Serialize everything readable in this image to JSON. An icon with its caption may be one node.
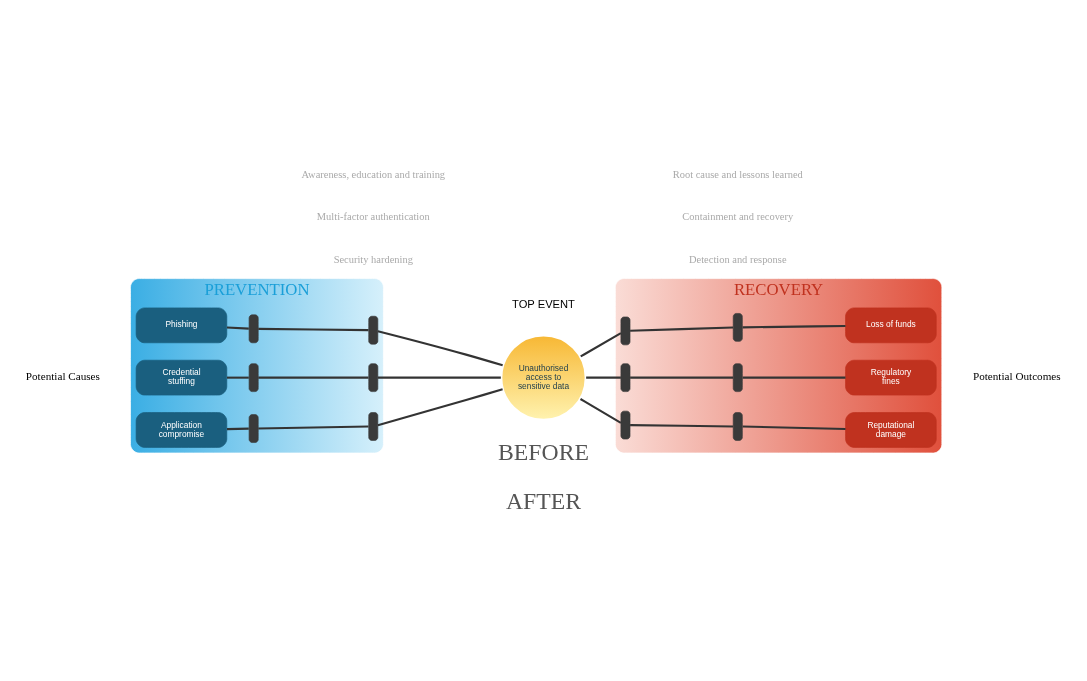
{
  "diagram": {
    "nodes": [
      {
        "text": [
          "PREVENTION"
        ]
      },
      {
        "text": [
          "Phishing"
        ],
        "in": 0
      },
      {
        "text": [
          "Credential stuffing"
        ],
        "in": 0
      },
      {
        "text": [
          "Application compromise"
        ],
        "in": 0
      },
      {
        "text": [],
        "shape": "bar",
        "in": 0
      },
      {
        "text": [],
        "shape": "bar",
        "in": 0
      },
      {
        "text": [],
        "shape": "bar",
        "in": 0
      },
      {
        "text": [],
        "shape": "bar",
        "in": 0
      },
      {
        "text": [],
        "shape": "bar",
        "in": 0
      },
      {
        "text": [],
        "shape": "bar",
        "in": 0
      },
      {
        "text": [
          "Unauthorised access to sensitive data"
        ]
      },
      {
        "text": [
          "RECOVERY"
        ]
      },
      {
        "text": [],
        "shape": "bar",
        "in": 11
      },
      {
        "text": [],
        "shape": "bar",
        "in": 11
      },
      {
        "text": [],
        "shape": "bar",
        "in": 11
      },
      {
        "text": [],
        "shape": "bar",
        "in": 11
      },
      {
        "text": [],
        "shape": "bar",
        "in": 11
      },
      {
        "text": [],
        "shape": "bar",
        "in": 11
      },
      {
        "text": [
          "Loss of funds"
        ],
        "in": 11
      },
      {
        "text": [
          "Regulatory fines"
        ],
        "in": 11
      },
      {
        "text": [
          "Reputational damage"
        ],
        "in": 11
      }
    ],
    "edges": [
      {
        "from": 1,
        "to": 4,
        "arrow": "none"
      },
      {
        "from": 4,
        "to": 7,
        "arrow": "none"
      },
      {
        "from": 7,
        "to": 10,
        "arrow": "none"
      },
      {
        "from": 2,
        "to": 5,
        "arrow": "none"
      },
      {
        "from": 5,
        "to": 8,
        "arrow": "none"
      },
      {
        "from": 8,
        "to": 10,
        "arrow": "none"
      },
      {
        "from": 3,
        "to": 6,
        "arrow": "none"
      },
      {
        "from": 6,
        "to": 9,
        "arrow": "none"
      },
      {
        "from": 9,
        "to": 10,
        "arrow": "none"
      },
      {
        "from": 10,
        "to": 12,
        "arrow": "none"
      },
      {
        "from": 12,
        "to": 15,
        "arrow": "none"
      },
      {
        "from": 15,
        "to": 18,
        "arrow": "none"
      },
      {
        "from": 10,
        "to": 13,
        "arrow": "none"
      },
      {
        "from": 13,
        "to": 16,
        "arrow": "none"
      },
      {
        "from": 16,
        "to": 19,
        "arrow": "none"
      },
      {
        "from": 10,
        "to": 14,
        "arrow": "none"
      },
      {
        "from": 14,
        "to": 17,
        "arrow": "none"
      },
      {
        "from": 17,
        "to": 20,
        "arrow": "none"
      }
    ],
    "labels": [
      "TOP EVENT",
      "Potential Causes",
      "Potential Outcomes",
      "Security hardening",
      "Multi-factor authentication",
      "Awareness, education and training",
      "Detection and response",
      "Containment and recovery",
      "Root cause and lessons learned",
      "BEFORE",
      "AFTER"
    ]
  }
}
